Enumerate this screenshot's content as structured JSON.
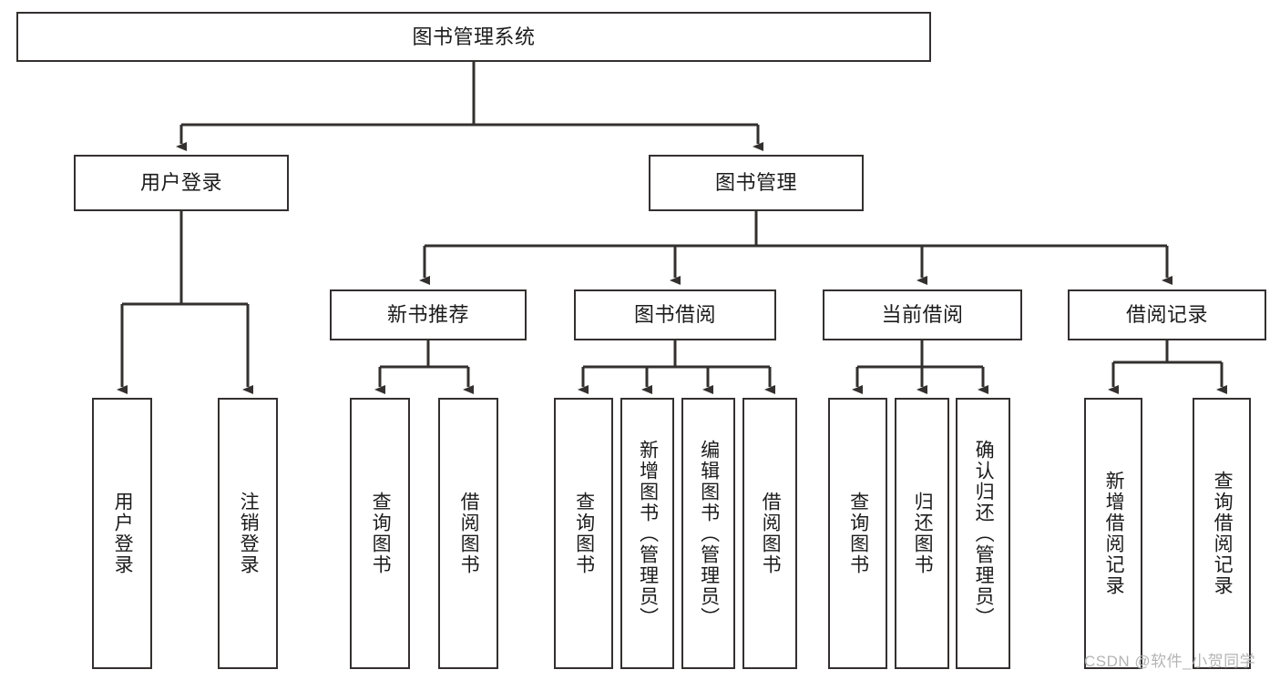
{
  "diagram": {
    "type": "tree",
    "title": "图书管理系统",
    "root": {
      "label": "图书管理系统"
    },
    "level2": [
      {
        "label": "用户登录"
      },
      {
        "label": "图书管理"
      }
    ],
    "level3": [
      {
        "label": "新书推荐"
      },
      {
        "label": "图书借阅"
      },
      {
        "label": "当前借阅"
      },
      {
        "label": "借阅记录"
      }
    ],
    "leaves": {
      "user_login": [
        {
          "label": "用户登录"
        },
        {
          "label": "注销登录"
        }
      ],
      "new_book_recommend": [
        {
          "label": "查询图书"
        },
        {
          "label": "借阅图书"
        }
      ],
      "book_borrow": [
        {
          "label": "查询图书"
        },
        {
          "label": "新增图书（管理员）"
        },
        {
          "label": "编辑图书（管理员）"
        },
        {
          "label": "借阅图书"
        }
      ],
      "current_borrow": [
        {
          "label": "查询图书"
        },
        {
          "label": "归还图书"
        },
        {
          "label": "确认归还（管理员）"
        }
      ],
      "borrow_record": [
        {
          "label": "新增借阅记录"
        },
        {
          "label": "查询借阅记录"
        }
      ]
    },
    "colors": {
      "stroke": "#33302f",
      "fill": "#ffffff",
      "text": "#1b1b1b",
      "watermark": "#b4b4b4"
    }
  },
  "watermark": {
    "text": "CSDN @软件_小贺同学"
  }
}
